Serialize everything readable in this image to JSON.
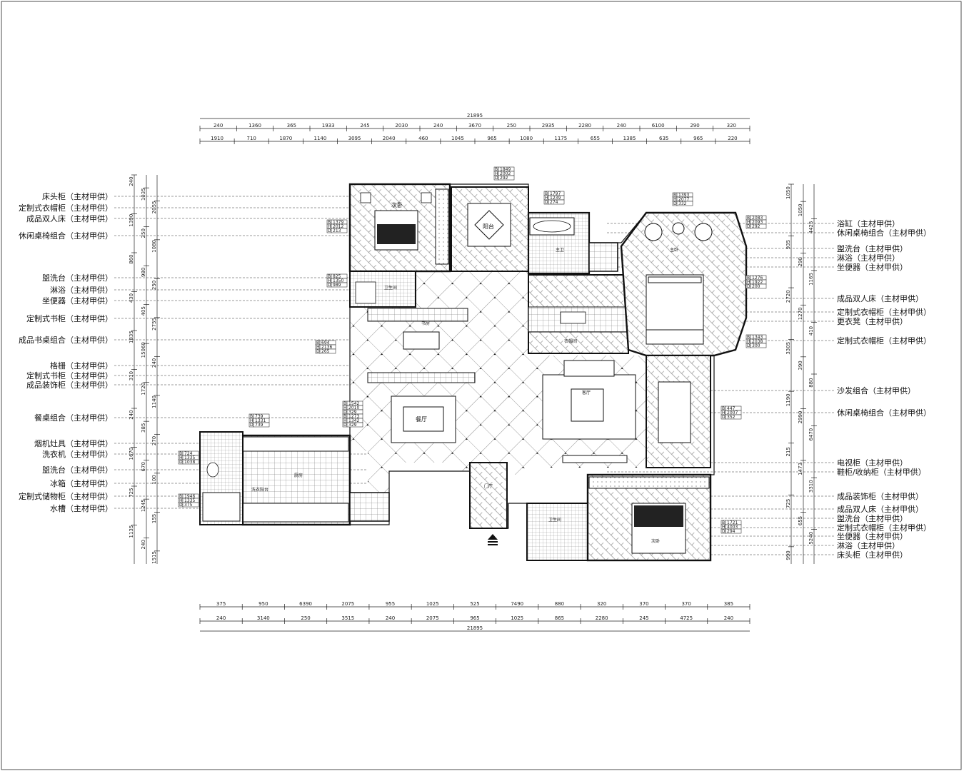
{
  "left_labels": [
    {
      "text": "床头柜（主材甲供）"
    },
    {
      "text": "定制式衣帽柜（主材甲供）"
    },
    {
      "text": "成品双人床（主材甲供）"
    },
    {
      "text": "休闲桌椅组合（主材甲供）"
    },
    {
      "text": "盥洗台（主材甲供）"
    },
    {
      "text": "淋浴（主材甲供）"
    },
    {
      "text": "坐便器（主材甲供）"
    },
    {
      "text": "定制式书柜（主材甲供）"
    },
    {
      "text": "成品书桌组合（主材甲供）"
    },
    {
      "text": "格栅（主材甲供）"
    },
    {
      "text": "定制式书柜（主材甲供）"
    },
    {
      "text": "成品装饰柜（主材甲供）"
    },
    {
      "text": "餐桌组合（主材甲供）"
    },
    {
      "text": "烟机灶具（主材甲供）"
    },
    {
      "text": "洗衣机（主材甲供）"
    },
    {
      "text": "盥洗台（主材甲供）"
    },
    {
      "text": "冰箱（主材甲供）"
    },
    {
      "text": "定制式储物柜（主材甲供）"
    },
    {
      "text": "水槽（主材甲供）"
    }
  ],
  "right_labels": [
    {
      "text": "浴缸（主材甲供）"
    },
    {
      "text": "休闲桌椅组合（主材甲供）"
    },
    {
      "text": "盥洗台（主材甲供）"
    },
    {
      "text": "淋浴（主材甲供）"
    },
    {
      "text": "坐便器（主材甲供）"
    },
    {
      "text": "成品双人床（主材甲供）"
    },
    {
      "text": "定制式衣帽柜（主材甲供）"
    },
    {
      "text": "更衣凳（主材甲供）"
    },
    {
      "text": "定制式衣帽柜（主材甲供）"
    },
    {
      "text": "沙发组合（主材甲供）"
    },
    {
      "text": "休闲桌椅组合（主材甲供）"
    },
    {
      "text": "电视柜（主材甲供）"
    },
    {
      "text": "鞋柜/收纳柜（主材甲供）"
    },
    {
      "text": "成品装饰柜（主材甲供）"
    },
    {
      "text": "成品双人床（主材甲供）"
    },
    {
      "text": "盥洗台（主材甲供）"
    },
    {
      "text": "定制式衣帽柜（主材甲供）"
    },
    {
      "text": "坐便器（主材甲供）"
    },
    {
      "text": "淋浴（主材甲供）"
    },
    {
      "text": "床头柜（主材甲供）"
    }
  ],
  "top_dims": {
    "total": "21895",
    "row1": [
      "240",
      "1360",
      "365",
      "1933",
      "245",
      "2030",
      "240",
      "3670",
      "250",
      "2935",
      "2280",
      "240",
      "6100",
      "290",
      "320"
    ],
    "row2": [
      "1910",
      "710",
      "1870",
      "1140",
      "3095",
      "2040",
      "460",
      "1045",
      "965",
      "1080",
      "1175",
      "655",
      "1385",
      "635",
      "965",
      "220"
    ]
  },
  "bottom_dims": {
    "total": "21895",
    "row1": [
      "375",
      "950",
      "6390",
      "2075",
      "955",
      "1025",
      "525",
      "7490",
      "880",
      "320",
      "370",
      "370",
      "385"
    ],
    "row2": [
      "240",
      "3140",
      "250",
      "3515",
      "240",
      "2075",
      "965",
      "1025",
      "865",
      "2280",
      "245",
      "4725",
      "240"
    ]
  },
  "left_dims": [
    "240",
    "1035",
    "2055",
    "1390",
    "250",
    "1080",
    "860",
    "980",
    "250",
    "430",
    "405",
    "2755",
    "1835",
    "15060",
    "240",
    "310",
    "1720",
    "1140",
    "240",
    "385",
    "270",
    "1670",
    "670",
    "100",
    "725",
    "1245",
    "155",
    "1135",
    "240",
    "1515"
  ],
  "right_dims": [
    "1050",
    "1050",
    "4425",
    "935",
    "290",
    "1165",
    "2720",
    "1270",
    "410",
    "3305",
    "390",
    "880",
    "1190",
    "2990",
    "6470",
    "215",
    "1473",
    "3310",
    "725",
    "655",
    "5240",
    "990"
  ],
  "rooms": {
    "bedroom2": "次卧",
    "master_bedroom": "主卧",
    "living": "客厅",
    "dining": "餐厅",
    "kitchen": "厨房",
    "laundry": "洗衣阳台",
    "study": "书房",
    "bath1": "卫生间",
    "bath2": "主卫",
    "bath3": "卫生间",
    "balcony": "阳台",
    "closet": "衣帽间",
    "entry": "门厅",
    "bedroom3": "次卧"
  },
  "tables": [
    {
      "rows": [
        [
          "B",
          "1849"
        ],
        [
          "H",
          "2002"
        ],
        [
          "D",
          "292"
        ]
      ]
    },
    {
      "rows": [
        [
          "B",
          "1797"
        ],
        [
          "H",
          "1239"
        ],
        [
          "D",
          "274"
        ]
      ]
    },
    {
      "rows": [
        [
          "B",
          "1393"
        ],
        [
          "H",
          "2077"
        ],
        [
          "D",
          "332"
        ]
      ]
    },
    {
      "rows": [
        [
          "B",
          "1379"
        ],
        [
          "H",
          "2012"
        ],
        [
          "D",
          "213"
        ]
      ]
    },
    {
      "rows": [
        [
          "B",
          "2083"
        ],
        [
          "H",
          "2093"
        ],
        [
          "D",
          "292"
        ]
      ]
    },
    {
      "rows": [
        [
          "B",
          "825"
        ],
        [
          "H",
          "1350"
        ],
        [
          "D",
          "989"
        ]
      ]
    },
    {
      "rows": [
        [
          "B",
          "1276"
        ],
        [
          "H",
          "1922"
        ],
        [
          "D",
          "200"
        ]
      ]
    },
    {
      "rows": [
        [
          "B",
          "694"
        ],
        [
          "H",
          "2136"
        ],
        [
          "D",
          "265"
        ]
      ]
    },
    {
      "rows": [
        [
          "B",
          "1343"
        ],
        [
          "H",
          "2038"
        ],
        [
          "D",
          "300"
        ]
      ]
    },
    {
      "rows": [
        [
          "B",
          "1542"
        ],
        [
          "H",
          "2010"
        ],
        [
          "D",
          "329"
        ]
      ]
    },
    {
      "rows": [
        [
          "B",
          "739"
        ],
        [
          "H",
          "1331"
        ],
        [
          "D",
          "739"
        ]
      ]
    },
    {
      "rows": [
        [
          "B",
          "1273"
        ],
        [
          "H",
          "1342"
        ],
        [
          "D",
          "329"
        ]
      ]
    },
    {
      "rows": [
        [
          "B",
          "447"
        ],
        [
          "H",
          "2007"
        ],
        [
          "D",
          "352"
        ]
      ]
    },
    {
      "rows": [
        [
          "B",
          "724"
        ],
        [
          "H",
          "1335"
        ],
        [
          "D",
          "1038"
        ]
      ]
    },
    {
      "rows": [
        [
          "B",
          "1946"
        ],
        [
          "H",
          "1335"
        ],
        [
          "D",
          "375"
        ]
      ]
    },
    {
      "rows": [
        [
          "B",
          "1721"
        ],
        [
          "H",
          "4003"
        ],
        [
          "D",
          "294"
        ]
      ]
    }
  ]
}
